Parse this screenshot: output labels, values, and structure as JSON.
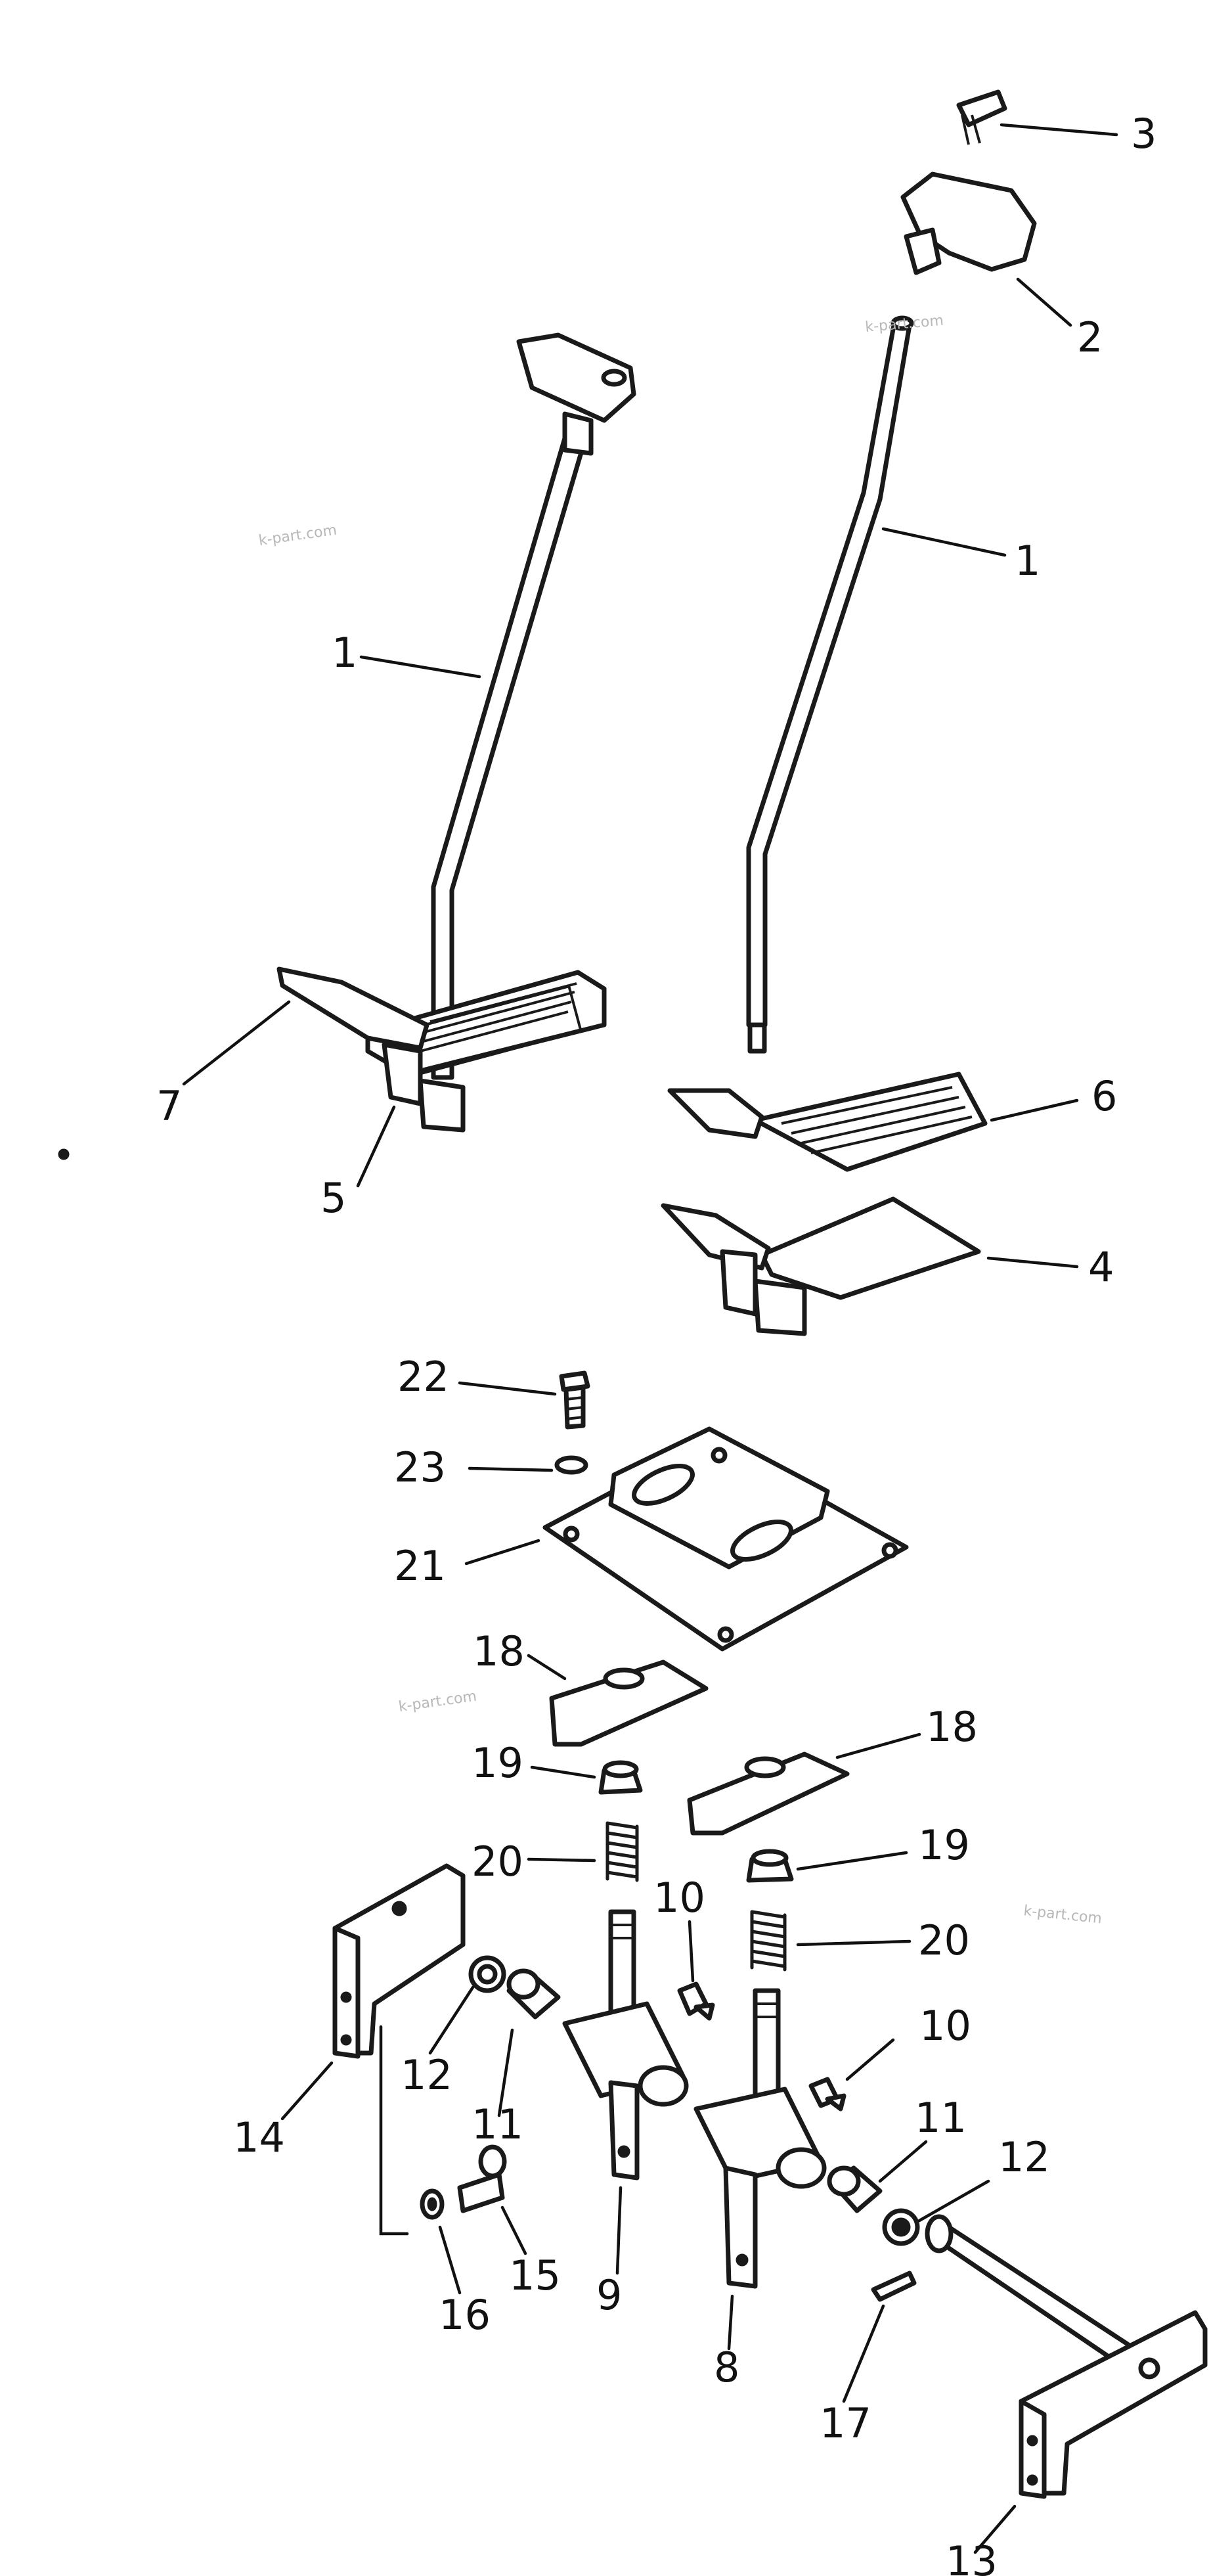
{
  "diagram": {
    "callouts": [
      "1",
      "1",
      "2",
      "3",
      "4",
      "5",
      "6",
      "7",
      "8",
      "9",
      "10",
      "10",
      "11",
      "11",
      "12",
      "12",
      "13",
      "14",
      "15",
      "16",
      "17",
      "18",
      "18",
      "19",
      "19",
      "20",
      "20",
      "21",
      "22",
      "23"
    ],
    "watermarks": [
      "k-part.com",
      "k-part.com",
      "k-part.com",
      "k-part.com"
    ]
  }
}
